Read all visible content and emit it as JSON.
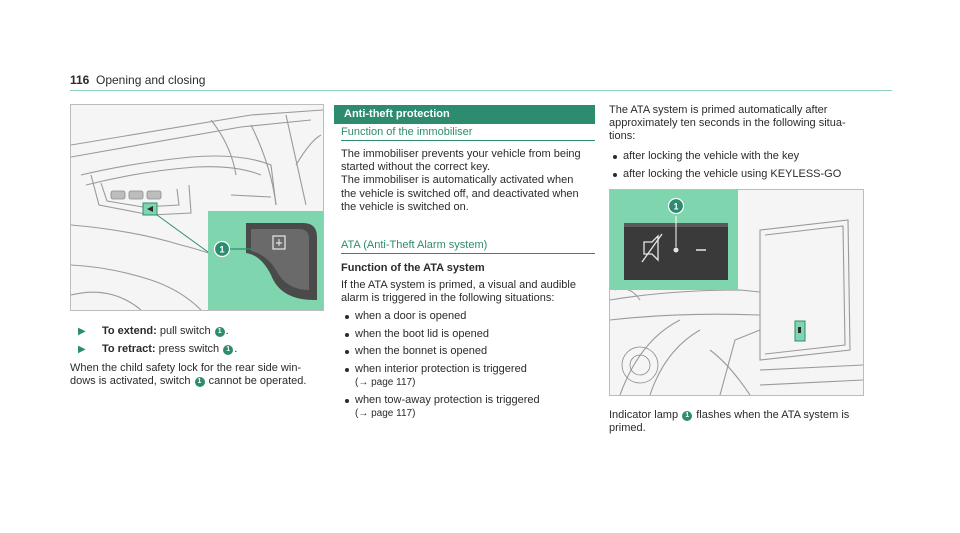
{
  "header": {
    "page_number": "116",
    "title": "Opening and closing"
  },
  "colors": {
    "accent": "#2d8c6f",
    "accent_light": "#8fd3bf",
    "callout_green": "#7fd6ae"
  },
  "figures": {
    "window_switch_callout": "1",
    "ata_lamp_callout": "1"
  },
  "left": {
    "steps": [
      {
        "label": "To extend:",
        "text_before": "pull switch",
        "callout": "1",
        "text_after": "."
      },
      {
        "label": "To retract:",
        "text_before": "press switch",
        "callout": "1",
        "text_after": "."
      }
    ],
    "note": {
      "line1": "When the child safety lock for the rear side win-",
      "line2_before": "dows is activated, switch",
      "callout": "1",
      "line2_after": "cannot be operated."
    }
  },
  "middle": {
    "section_title": "Anti-theft protection",
    "immobiliser": {
      "heading": "Function of the immobiliser",
      "lines": [
        "The immobiliser prevents your vehicle from being",
        "started without the correct key.",
        "The immobiliser is automatically activated when",
        "the vehicle is switched off, and deactivated when",
        "the vehicle is switched on."
      ]
    },
    "ata": {
      "heading": "ATA (Anti-Theft Alarm system)",
      "subheading": "Function of the ATA system",
      "intro": [
        "If the ATA system is primed, a visual and audible",
        "alarm is triggered in the following situations:"
      ],
      "situations": [
        {
          "text": "when a door is opened"
        },
        {
          "text": "when the boot lid is opened"
        },
        {
          "text": "when the bonnet is opened"
        },
        {
          "text": "when interior protection is triggered",
          "ref_arrow": "→",
          "ref_page": "page 117"
        },
        {
          "text": "when tow-away protection is triggered",
          "ref_arrow": "→",
          "ref_page": "page 117"
        }
      ]
    }
  },
  "right": {
    "intro": [
      "The ATA system is primed automatically after",
      "approximately ten seconds in the following situa-",
      "tions:"
    ],
    "bullets": [
      "after locking the vehicle with the key",
      "after locking the vehicle using KEYLESS-GO"
    ],
    "caption_before": "Indicator lamp",
    "caption_callout": "1",
    "caption_after": "flashes when the ATA system is",
    "caption_line2": "primed."
  }
}
